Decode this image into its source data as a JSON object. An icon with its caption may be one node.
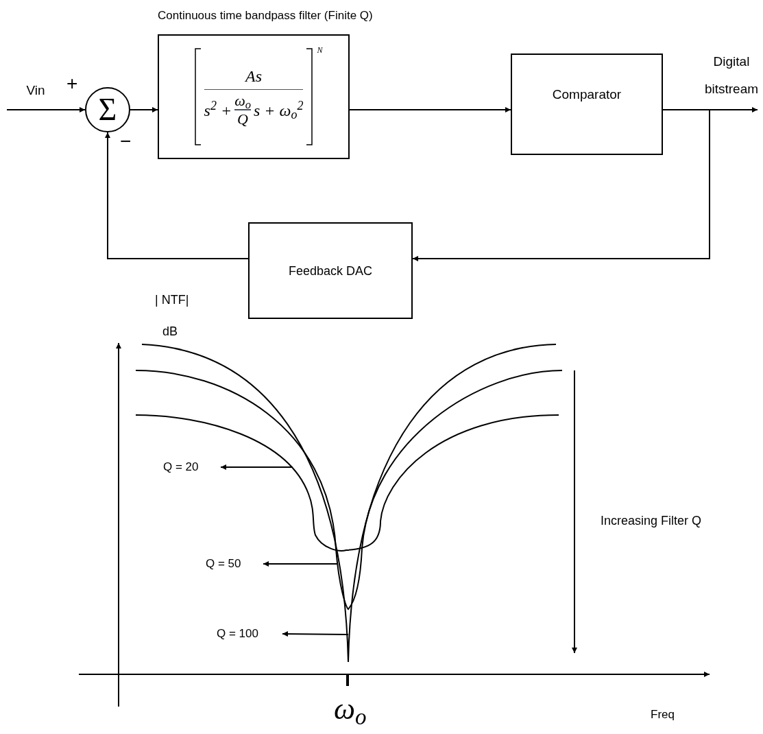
{
  "diagram": {
    "nodes": [
      {
        "text": [
          "Σ"
        ]
      },
      {
        "text": [
          "Continuous time bandpass filter (Finite Q)",
          "As",
          "s$^{2}$ +",
          "ω$_{o}$",
          "Q",
          "s + ω$_{o}$$^{2}$",
          "N"
        ]
      },
      {
        "text": [
          "Comparator"
        ]
      },
      {
        "text": [
          "Feedback DAC"
        ]
      },
      {
        "text": [
          "Q = 20"
        ]
      },
      {
        "text": [
          "Q = 50"
        ]
      },
      {
        "text": [
          "Q = 100"
        ]
      }
    ],
    "edges": [
      {
        "from": null,
        "to": 0,
        "arrow": "to",
        "label": "Vin"
      },
      {
        "from": 0,
        "to": 1,
        "arrow": "to"
      },
      {
        "from": 1,
        "to": 2,
        "arrow": "to"
      },
      {
        "from": 2,
        "to": null,
        "arrow": "to",
        "label": "Digital bitstream"
      },
      {
        "from": 2,
        "to": 3,
        "arrow": "to"
      },
      {
        "from": 3,
        "to": 0,
        "arrow": "to"
      },
      {
        "from": null,
        "to": 4,
        "arrow": "to"
      },
      {
        "from": null,
        "to": 5,
        "arrow": "to"
      },
      {
        "from": null,
        "to": 6,
        "arrow": "to"
      }
    ],
    "labels": [
      "+",
      "−",
      "| NTF|",
      "dB",
      "Increasing Filter Q",
      "ω$_{o}$",
      "Freq"
    ]
  }
}
